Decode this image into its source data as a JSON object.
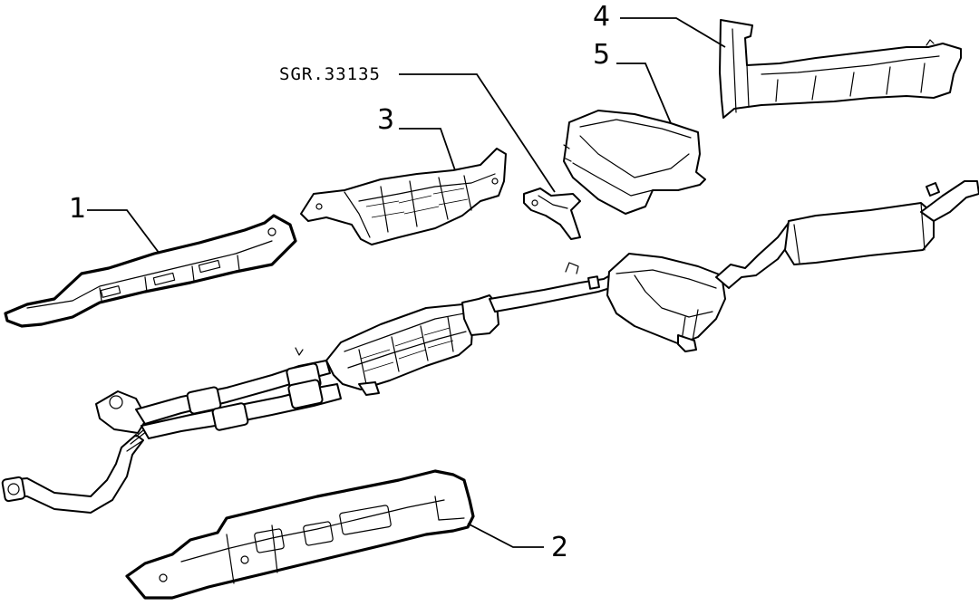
{
  "callouts": {
    "part1": "1",
    "part2": "2",
    "part3": "3",
    "part4": "4",
    "part5": "5"
  },
  "reference_code": "SGR.33135"
}
